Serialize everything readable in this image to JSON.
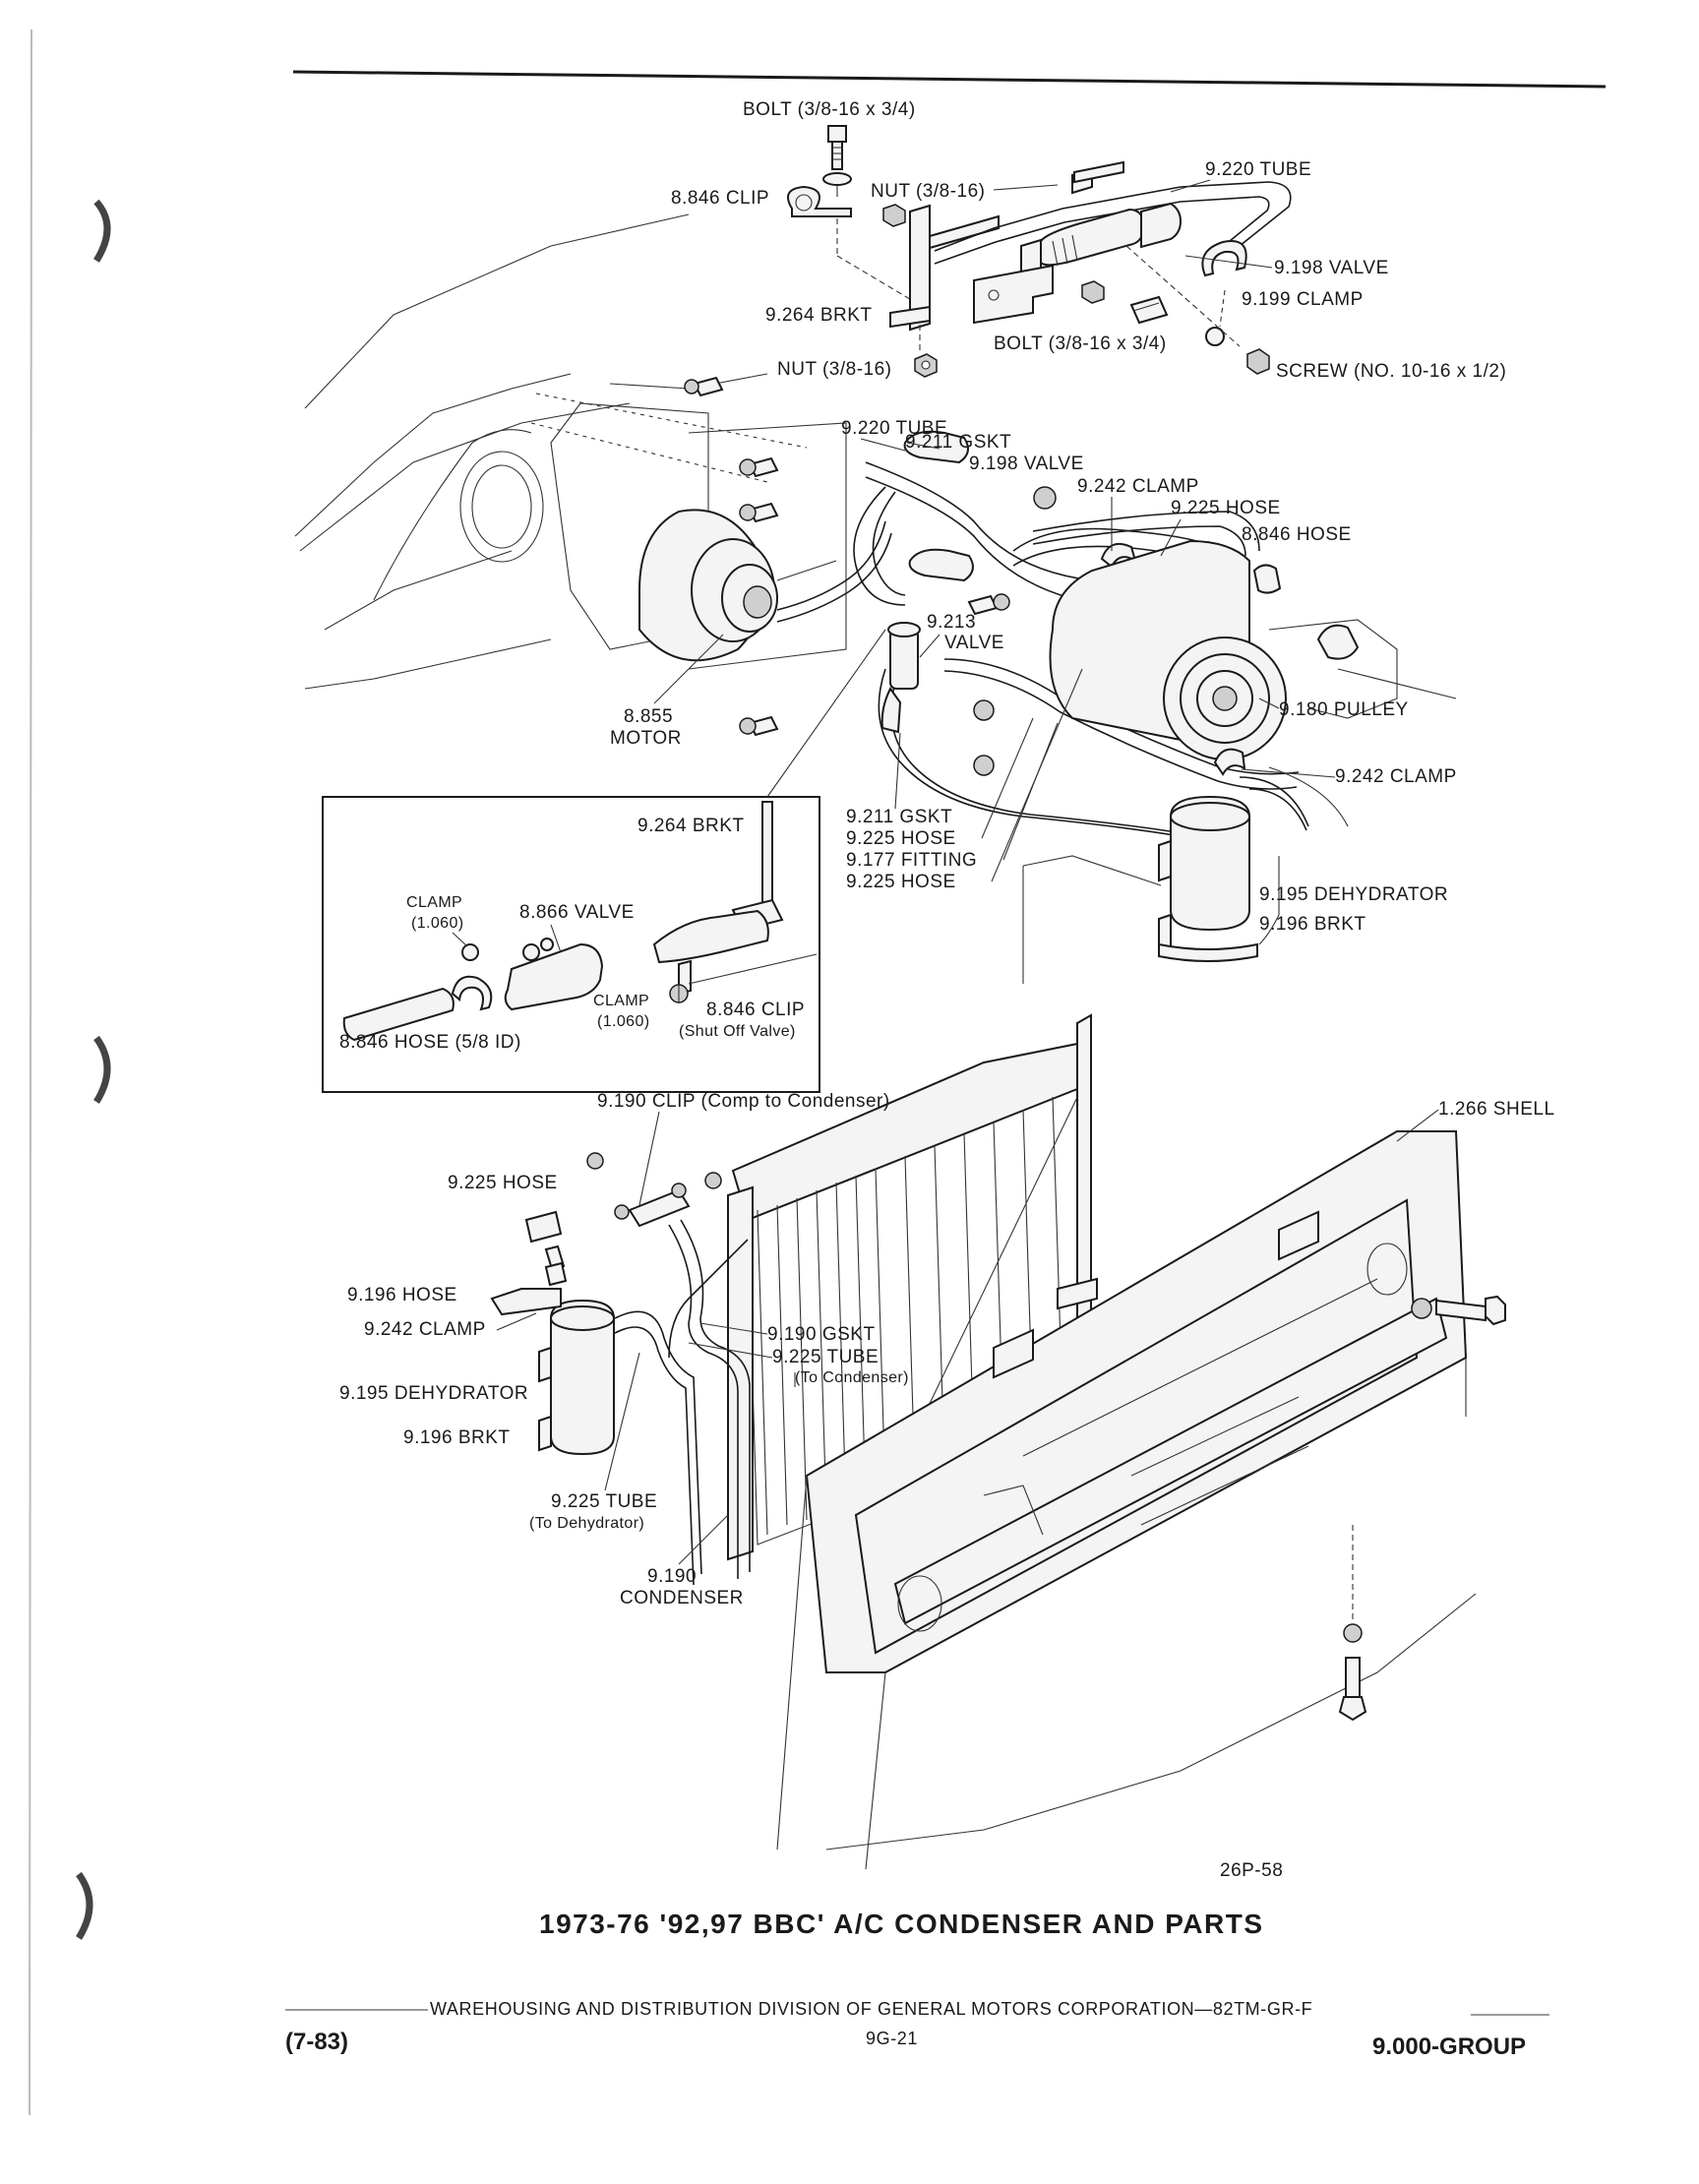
{
  "top_labels": {
    "bolt_top": "BOLT (3/8-16 x 3/4)",
    "clip_8846": "8.846 CLIP",
    "nut_top": "NUT (3/8-16)",
    "tube_9220": "9.220 TUBE",
    "valve_9198": "9.198 VALVE",
    "clamp_9199": "9.199 CLAMP",
    "brkt_9264": "9.264 BRKT",
    "bolt_mid": "BOLT (3/8-16 x 3/4)",
    "nut_bottom": "NUT (3/8-16)",
    "screw": "SCREW (NO. 10-16 x 1/2)"
  },
  "engine_labels": {
    "tube_9220": "9.220 TUBE",
    "gskt_9211": "9.211 GSKT",
    "valve_9198": "9.198 VALVE",
    "clamp_9242": "9.242 CLAMP",
    "hose_9225": "9.225 HOSE",
    "hose_8846": "8.846 HOSE",
    "valve_9213_num": "9.213",
    "valve_9213_word": "VALVE",
    "motor_num": "8.855",
    "motor_word": "MOTOR",
    "pulley": "9.180 PULLEY",
    "clamp_9242_b": "9.242 CLAMP",
    "gskt_9211_b": "9.211 GSKT",
    "hose_9225_b": "9.225 HOSE",
    "fitting_9177": "9.177 FITTING",
    "hose_9225_c": "9.225 HOSE",
    "dehydrator": "9.195 DEHYDRATOR",
    "brkt_9196": "9.196 BRKT"
  },
  "inset_labels": {
    "brkt_9264": "9.264 BRKT",
    "clamp_a": "CLAMP",
    "clamp_a_num": "(1.060)",
    "valve_8866": "8.866 VALVE",
    "clamp_b": "CLAMP",
    "clamp_b_num": "(1.060)",
    "clip_8846": "8.846 CLIP",
    "clip_note": "(Shut Off Valve)",
    "hose_8846": "8.846 HOSE (5/8 ID)"
  },
  "lower_labels": {
    "clip_9190": "9.190 CLIP (Comp to Condenser)",
    "shell": "1.266 SHELL",
    "hose_9225": "9.225 HOSE",
    "hose_9196": "9.196 HOSE",
    "clamp_9242": "9.242 CLAMP",
    "dehydrator": "9.195 DEHYDRATOR",
    "brkt_9196": "9.196 BRKT",
    "gskt_9190": "9.190 GSKT",
    "tube_9225": "9.225 TUBE",
    "tube_9225_note": "(To Condenser)",
    "tube_9225_b": "9.225 TUBE",
    "tube_9225_b_note": "(To Dehydrator)",
    "condenser_num": "9.190",
    "condenser_word": "CONDENSER"
  },
  "figure_code": "26P-58",
  "title": "1973-76 '92,97 BBC' A/C CONDENSER AND PARTS",
  "footer": {
    "division": "WAREHOUSING AND DISTRIBUTION  DIVISION OF GENERAL MOTORS CORPORATION—82TM-GR-F",
    "date": "(7-83)",
    "page": "9G-21",
    "group": "9.000-GROUP"
  }
}
